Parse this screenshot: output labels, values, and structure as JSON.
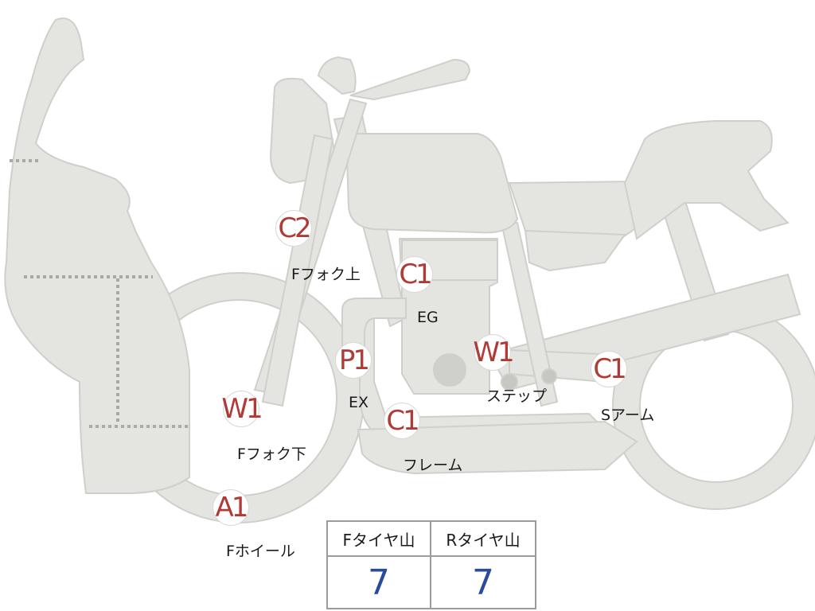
{
  "colors": {
    "part_fill": "#e4e4e1",
    "part_stroke": "#cfcfcc",
    "badge_text": "#b03a36",
    "value_text": "#2a4a9c"
  },
  "markers": [
    {
      "id": "f-fork-upper",
      "code": "C2",
      "label": "Fフォク上"
    },
    {
      "id": "engine",
      "code": "C1",
      "label": "EG"
    },
    {
      "id": "exhaust",
      "code": "P1",
      "label": "EX"
    },
    {
      "id": "step",
      "code": "W1",
      "label": "ステップ"
    },
    {
      "id": "swingarm",
      "code": "C1",
      "label": "Sアーム"
    },
    {
      "id": "f-fork-lower",
      "code": "W1",
      "label": "Fフォク下"
    },
    {
      "id": "frame",
      "code": "C1",
      "label": "フレーム"
    },
    {
      "id": "f-wheel",
      "code": "A1",
      "label": "Fホイール"
    }
  ],
  "tire_table": {
    "front_header": "Fタイヤ山",
    "rear_header": "Rタイヤ山",
    "front_value": "7",
    "rear_value": "7"
  }
}
